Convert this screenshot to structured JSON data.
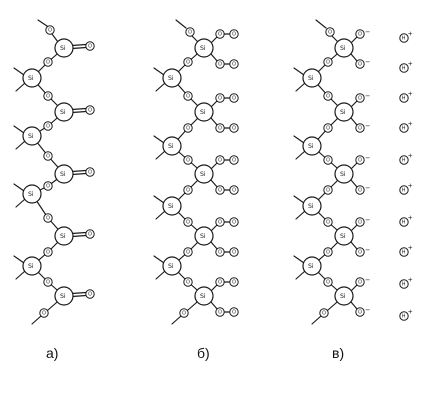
{
  "labels": {
    "a": "а)",
    "b": "б)",
    "c": "в)"
  },
  "atoms": {
    "si": "Si",
    "o": "O",
    "h": "H"
  },
  "charges": {
    "plus": "+",
    "minus": "−"
  }
}
